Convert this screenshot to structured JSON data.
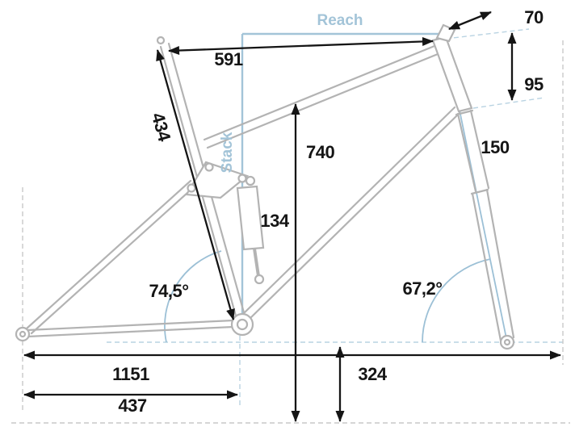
{
  "diagram": {
    "title": "bike-frame-geometry",
    "reach_label": "Reach",
    "stack_label": "Stack",
    "dims": {
      "top_tube": "591",
      "seat_tube": "434",
      "standover": "740",
      "shock_stroke": "134",
      "stem": "70",
      "head_tube": "95",
      "fork_travel": "150",
      "seat_angle": "74,5°",
      "head_angle": "67,2°",
      "wheelbase": "1151",
      "chainstay": "437",
      "bb_height": "324"
    },
    "colors": {
      "frame_gray": "#b3b3b3",
      "dimension_black": "#151515",
      "accent_blue": "#a3c4d8",
      "dash_blue": "#b9d3e2",
      "dash_gray": "#c9c9c9"
    }
  }
}
